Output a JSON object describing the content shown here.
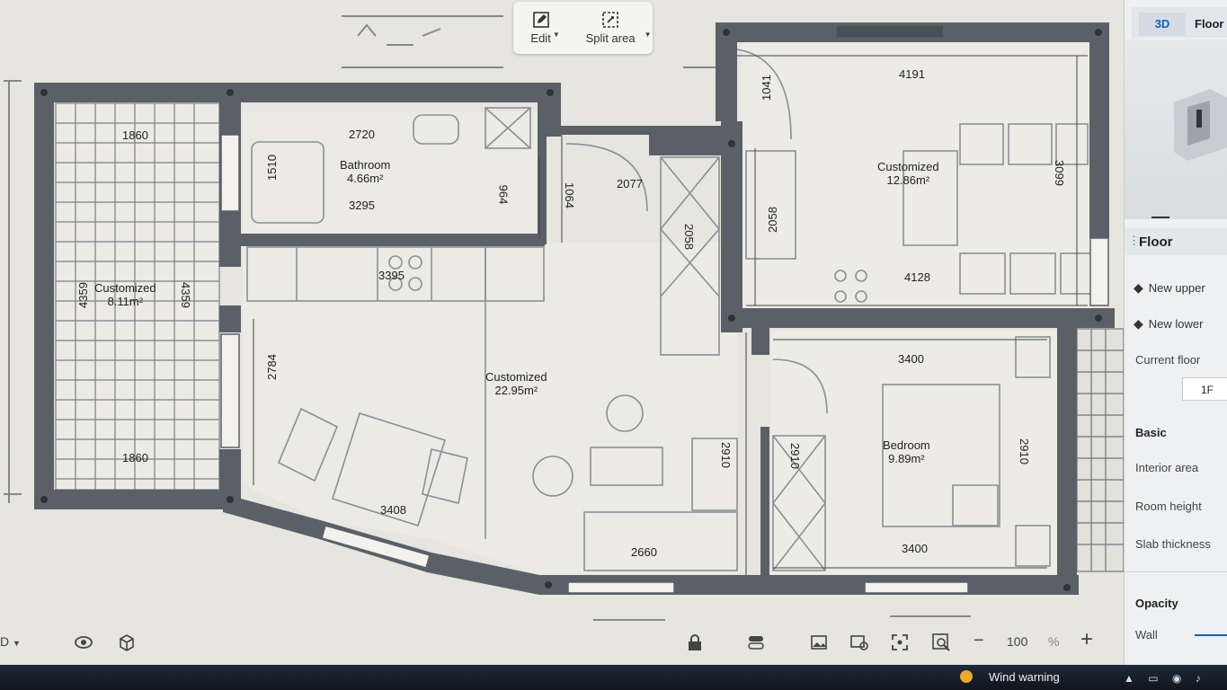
{
  "toolbar": {
    "edit_label": "Edit",
    "split_label": "Split area"
  },
  "rooms": [
    {
      "name": "Bathroom",
      "area": "4.66m²"
    },
    {
      "name": "Customized",
      "area": "8.11m²"
    },
    {
      "name": "Customized",
      "area": "22.95m²"
    },
    {
      "name": "Customized",
      "area": "12.86m²"
    },
    {
      "name": "Bedroom",
      "area": "9.89m²"
    }
  ],
  "dimensions": {
    "balcony_top": "1860",
    "balcony_bottom": "1860",
    "balcony_left": "4359",
    "balcony_right": "4359",
    "bath_top": "2720",
    "bath_bottom": "3295",
    "bath_left": "1510",
    "bath_door": "964",
    "hall_door": "1064",
    "hall_width": "2077",
    "closet": "2058",
    "kitchen": "3395",
    "living_left": "2784",
    "living_bottom": "3408",
    "living_right": "2910",
    "living_floor": "2660",
    "top_room_top": "4191",
    "top_room_bottom": "4128",
    "top_room_left": "2058",
    "top_room_door": "1041",
    "top_room_right": "3099",
    "bedroom_top": "3400",
    "bedroom_bottom": "3400",
    "bedroom_left": "2910",
    "bedroom_right": "2910"
  },
  "right_panel": {
    "view_3d": "3D",
    "view_floor": "Floor",
    "floor_title": "Floor",
    "new_upper": "New upper",
    "new_lower": "New lower",
    "current_floor_label": "Current floor",
    "current_floor_value": "1F",
    "basic_label": "Basic",
    "interior_area": "Interior area",
    "room_height": "Room height",
    "slab_thickness": "Slab thickness",
    "opacity_label": "Opacity",
    "wall_label": "Wall"
  },
  "bottom": {
    "mode_label": "D",
    "zoom_value": "100",
    "zoom_unit": "%"
  },
  "taskbar": {
    "notification": "Wind warning"
  },
  "colors": {
    "wall": "#5b6068",
    "plan_paper": "#e9e8e2",
    "accent_3d": "#1b5fb0"
  }
}
